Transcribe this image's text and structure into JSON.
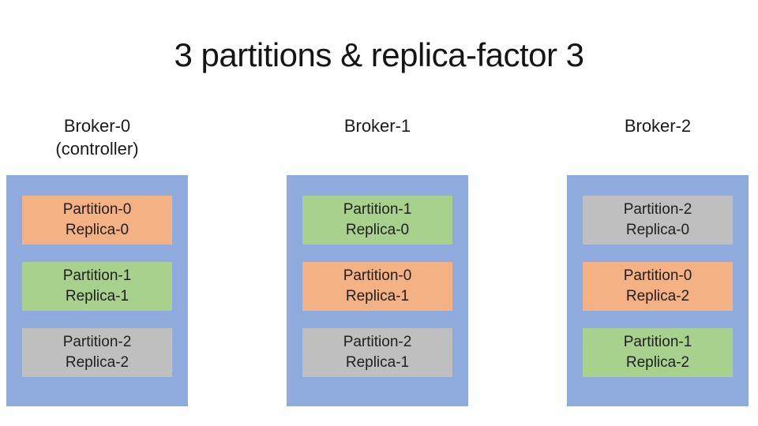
{
  "title": "3 partitions & replica-factor 3",
  "colors": {
    "broker_background": "#8FAADC",
    "orange": "#F4B183",
    "green": "#A9D18E",
    "gray": "#BFBFBF",
    "text": "#1F1F1F",
    "slide_background": "#FFFFFF"
  },
  "brokers": [
    {
      "label": "Broker-0",
      "sublabel": "(controller)",
      "cells": [
        {
          "partition": "Partition-0",
          "replica": "Replica-0",
          "color": "orange"
        },
        {
          "partition": "Partition-1",
          "replica": "Replica-1",
          "color": "green"
        },
        {
          "partition": "Partition-2",
          "replica": "Replica-2",
          "color": "gray"
        }
      ]
    },
    {
      "label": "Broker-1",
      "sublabel": "",
      "cells": [
        {
          "partition": "Partition-1",
          "replica": "Replica-0",
          "color": "green"
        },
        {
          "partition": "Partition-0",
          "replica": "Replica-1",
          "color": "orange"
        },
        {
          "partition": "Partition-2",
          "replica": "Replica-1",
          "color": "gray"
        }
      ]
    },
    {
      "label": "Broker-2",
      "sublabel": "",
      "cells": [
        {
          "partition": "Partition-2",
          "replica": "Replica-0",
          "color": "gray"
        },
        {
          "partition": "Partition-0",
          "replica": "Replica-2",
          "color": "orange"
        },
        {
          "partition": "Partition-1",
          "replica": "Replica-2",
          "color": "green"
        }
      ]
    }
  ]
}
